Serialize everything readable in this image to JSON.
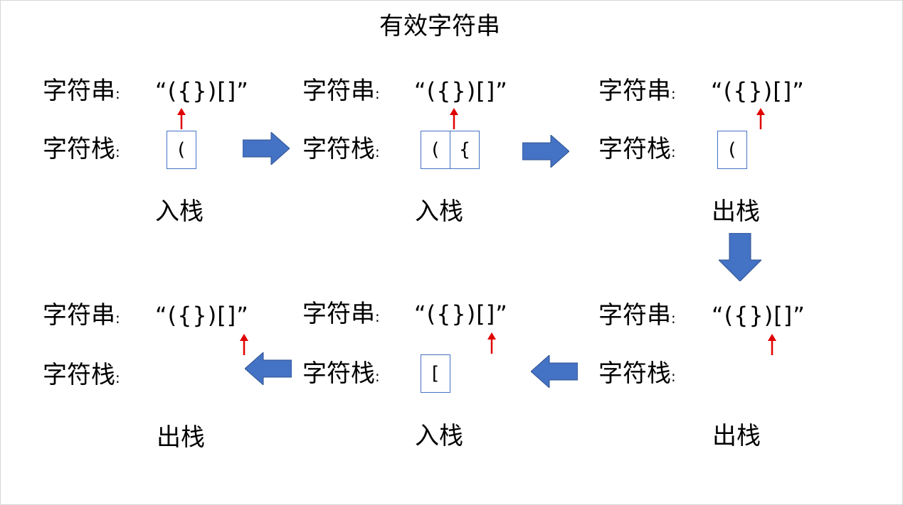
{
  "title": "有效字符串",
  "string_label": "字符串",
  "stack_label": "字符栈",
  "colon": ":",
  "string_value": "“({})[]”",
  "pointer_color": "#e00000",
  "arrow_color": "#4472c4",
  "panels": [
    {
      "action": "入栈",
      "stack": [
        "("
      ]
    },
    {
      "action": "入栈",
      "stack": [
        "(",
        "{"
      ]
    },
    {
      "action": "出栈",
      "stack": [
        "("
      ]
    },
    {
      "action": "出栈",
      "stack": []
    },
    {
      "action": "入栈",
      "stack": [
        "["
      ]
    },
    {
      "action": "出栈",
      "stack": []
    }
  ],
  "icons": [
    "arrow-right-icon",
    "arrow-right-icon",
    "arrow-down-icon",
    "arrow-left-icon",
    "arrow-left-icon",
    "pointer-up-icon"
  ]
}
